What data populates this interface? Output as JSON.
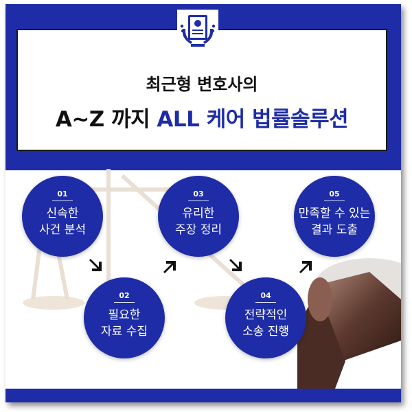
{
  "header": {
    "subtitle": "최근형 변호사의",
    "title_part1": "A~Z 까지 ",
    "title_part2": "ALL 케어 법률솔루션"
  },
  "steps": [
    {
      "num": "01",
      "label": "신속한\n사건 분석"
    },
    {
      "num": "02",
      "label": "필요한\n자료 수집"
    },
    {
      "num": "03",
      "label": "유리한\n주장 정리"
    },
    {
      "num": "04",
      "label": "전략적인\n소송 진행"
    },
    {
      "num": "05",
      "label": "만족할 수 있는\n결과 도출"
    }
  ],
  "colors": {
    "brand_blue": "#1e2ca8",
    "arrow": "#111111"
  },
  "icons": {
    "badge": "certificate-laurel-icon",
    "arrows": "arrow-icon"
  }
}
